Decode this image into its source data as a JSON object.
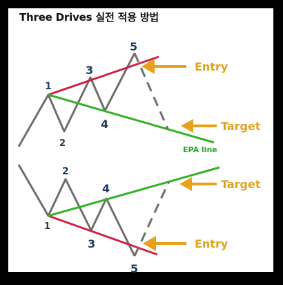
{
  "title": "Three Drives 실전 적용 방법",
  "colors": {
    "price_line": "#6e6e6e",
    "upper_line": "#d1204a",
    "lower_line": "#34b227",
    "arrow": "#e8a11b",
    "number": "#1f3a5f",
    "background": "#ffffff",
    "frame": "#000000"
  },
  "top_pattern": {
    "points": {
      "p1": "1",
      "p2": "2",
      "p3": "3",
      "p4": "4",
      "p5": "5"
    },
    "entry_label": "Entry",
    "target_label": "Target",
    "epa_label": "EPA line"
  },
  "bottom_pattern": {
    "points": {
      "p1": "1",
      "p2": "2",
      "p3": "3",
      "p4": "4",
      "p5": "5"
    },
    "entry_label": "Entry",
    "target_label": "Target"
  }
}
